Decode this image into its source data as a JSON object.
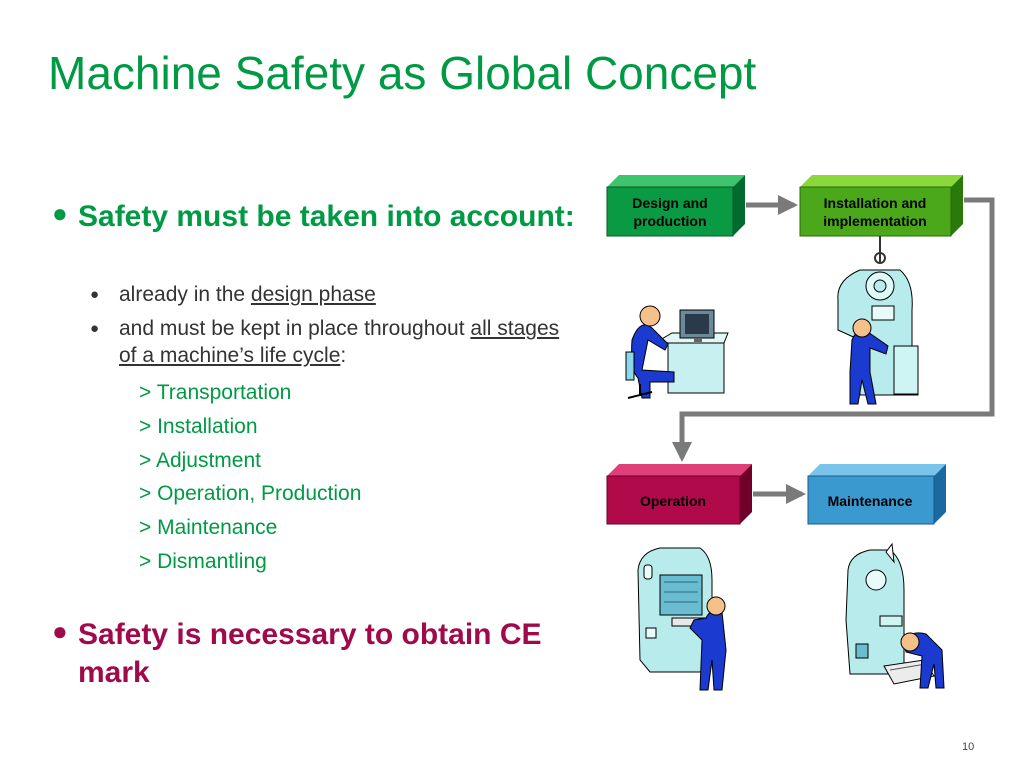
{
  "title": "Machine Safety as Global Concept",
  "bullet_1": {
    "marker": "●",
    "text": "Safety must be taken into account:"
  },
  "sub_bullets": [
    {
      "marker": "●",
      "prefix": "already in the ",
      "link": "design phase",
      "suffix": ""
    },
    {
      "marker": "●",
      "prefix": "and must be kept in place throughout ",
      "link": "all stages of a machine’s life cycle",
      "suffix": ":"
    }
  ],
  "stages": [
    "> Transportation",
    "> Installation",
    "> Adjustment",
    "> Operation, Production",
    "> Maintenance",
    "> Dismantling"
  ],
  "bullet_2": {
    "marker": "●",
    "text": "Safety is necessary to obtain CE mark"
  },
  "diagram": {
    "boxes": {
      "design": {
        "line1": "Design and",
        "line2": "production"
      },
      "installation": {
        "line1": "Installation and",
        "line2": "implementation"
      },
      "operation": {
        "label": "Operation"
      },
      "maintenance": {
        "label": "Maintenance"
      }
    },
    "illustrations": [
      "computer-workstation-icon",
      "lifted-machine-icon",
      "machine-operator-icon",
      "machine-repair-icon"
    ]
  },
  "page_number": "10",
  "colors": {
    "title_green": "#009a44",
    "ce_maroon": "#a00a4a",
    "design_box": "#0a9a44",
    "installation_box": "#4aa81a",
    "operation_box": "#b00a4a",
    "maintenance_box": "#3a9ad0",
    "arrow_gray": "#7a7a7a",
    "figure_blue": "#1a3ad0",
    "machine_cyan": "#b8ecec"
  }
}
